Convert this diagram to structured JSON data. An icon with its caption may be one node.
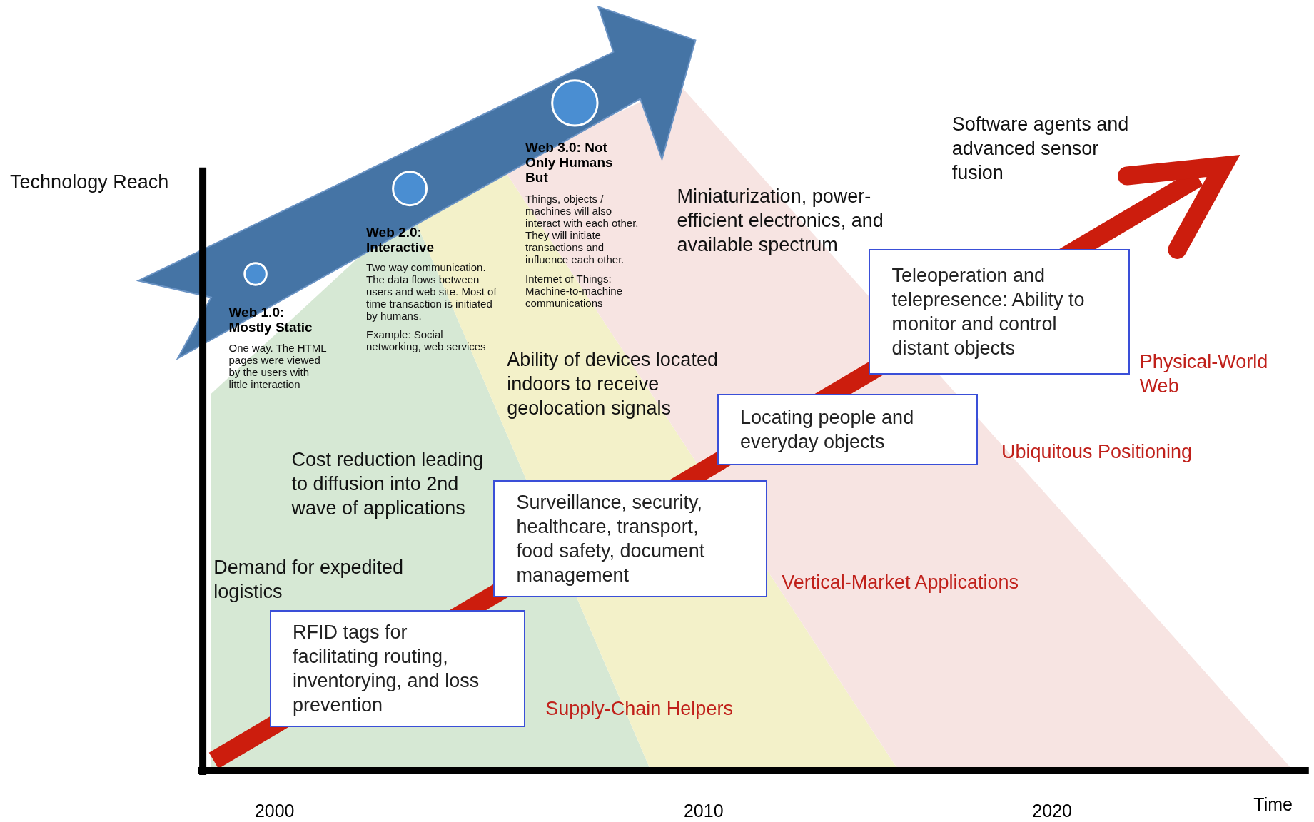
{
  "diagram": {
    "nodes": [
      {
        "text": [
          "RFID tags for facilitating routing, inventorying, and loss prevention"
        ]
      },
      {
        "text": [
          "Surveillance, security, healthcare, transport, food safety,  document management"
        ]
      },
      {
        "text": [
          "Locating people and everyday objects"
        ]
      },
      {
        "text": [
          "Teleoperation and telepresence: Ability to monitor and control distant objects"
        ]
      }
    ],
    "labels": [
      "Technology Reach",
      "Software agents and advanced sensor fusion",
      "Miniaturization, power-efficient electronics, and available spectrum",
      "Web 3.0: Not Only Humans But",
      "Things, objects / machines will also interact with each other. They will initiate transactions and influence each other.",
      "Internet of Things: Machine-to-machine communications",
      "Web 2.0: Interactive",
      "Two way communication. The data flows between users and web site. Most of time transaction is initiated by humans.",
      "Example: Social networking, web services",
      "Web 1.0: Mostly Static",
      "One way. The HTML pages were viewed by the users with little interaction",
      "Ability of devices located indoors to receive geolocation signals",
      "Physical-World Web",
      "Ubiquitous Positioning",
      "Cost reduction leading to diffusion into 2nd wave of applications",
      "Demand for expedited logistics",
      "Vertical-Market Applications",
      "Supply-Chain Helpers",
      "2000",
      "2010",
      "2020",
      "Time"
    ]
  }
}
